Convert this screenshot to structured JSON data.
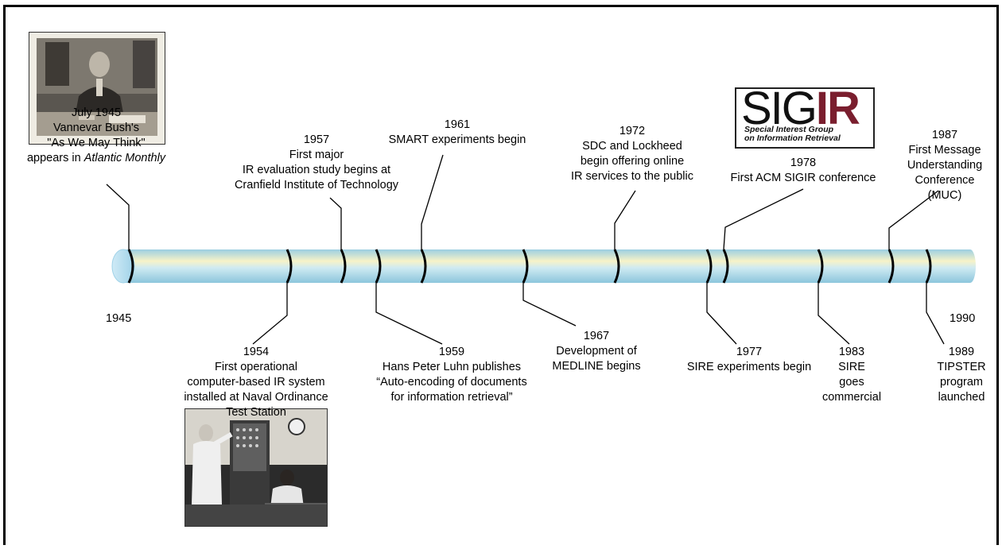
{
  "start_year": "1945",
  "end_year": "1990",
  "events": {
    "e1945": {
      "lines": [
        "July 1945",
        "Vannevar Bush's",
        "\"As We May Think\""
      ],
      "last_prefix": "appears in ",
      "last_italic": "Atlantic Monthly"
    },
    "e1954": {
      "lines": [
        "1954",
        "First operational",
        "computer-based IR system",
        "installed at Naval Ordinance",
        "Test Station"
      ]
    },
    "e1957": {
      "lines": [
        "1957",
        "First major",
        "IR evaluation study begins at",
        "Cranfield Institute of Technology"
      ]
    },
    "e1959": {
      "lines": [
        "1959",
        "Hans Peter Luhn publishes",
        "“Auto-encoding of documents",
        "for information retrieval”"
      ]
    },
    "e1961": {
      "lines": [
        "1961",
        "SMART experiments begin"
      ]
    },
    "e1967": {
      "lines": [
        "1967",
        "Development of",
        "MEDLINE begins"
      ]
    },
    "e1972": {
      "lines": [
        "1972",
        "SDC and Lockheed",
        "begin offering online",
        "IR services to the public"
      ]
    },
    "e1977": {
      "lines": [
        "1977",
        "SIRE experiments begin"
      ]
    },
    "e1978": {
      "lines": [
        "1978",
        "First ACM SIGIR conference"
      ]
    },
    "e1983": {
      "lines": [
        "1983",
        "SIRE",
        "goes",
        "commercial"
      ]
    },
    "e1987": {
      "lines": [
        "1987",
        "First Message",
        "Understanding",
        "Conference",
        "(MUC)"
      ]
    },
    "e1989": {
      "lines": [
        "1989",
        "TIPSTER",
        "program",
        "launched"
      ]
    }
  },
  "logo": {
    "sig": "SIG",
    "ir": "IR",
    "subtitle_1": "Special Interest Group",
    "subtitle_2": "on Information Retrieval"
  },
  "colors": {
    "tube_light": "#f7f3c8",
    "tube_mid": "#bfe3ee",
    "tube_dark": "#8cc6dc",
    "ink": "#000000"
  }
}
